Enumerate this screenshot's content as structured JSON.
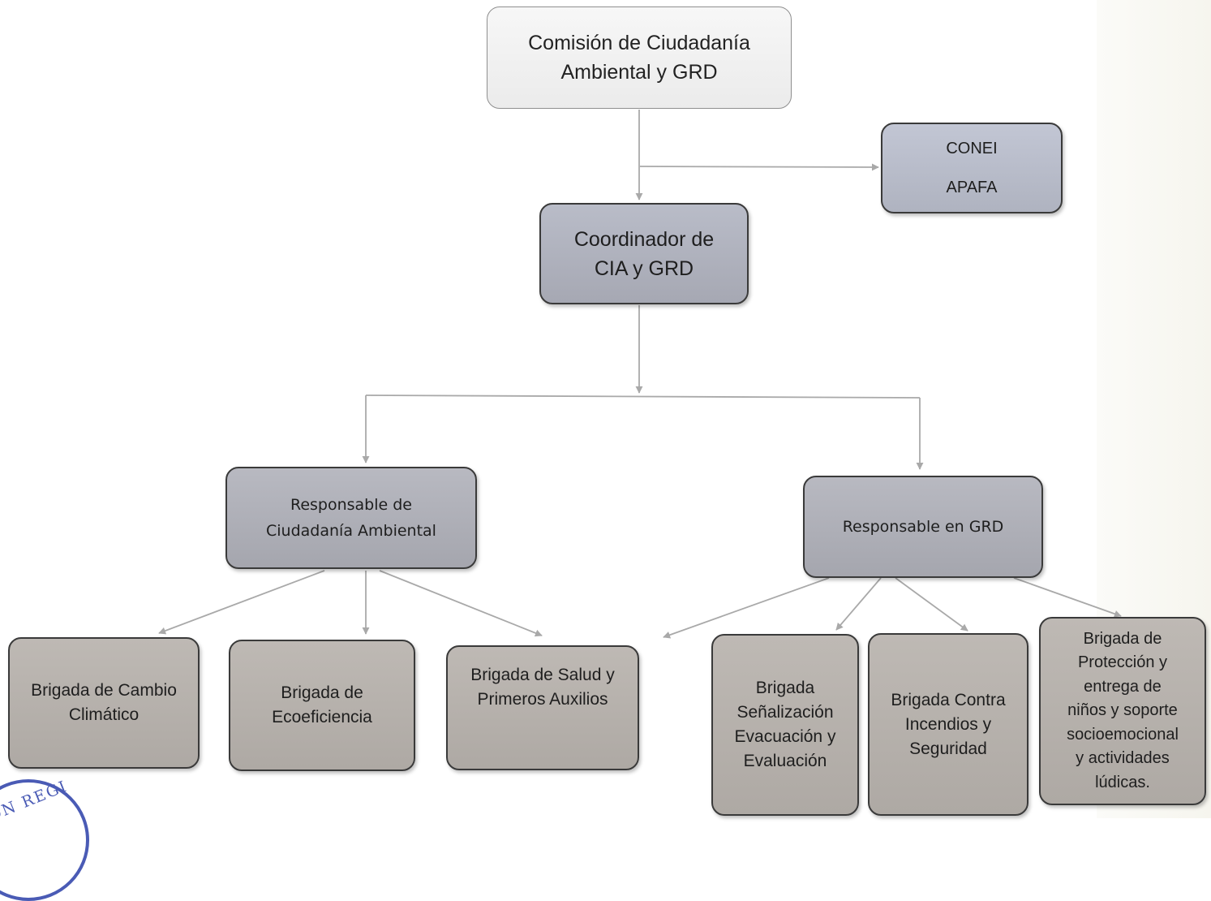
{
  "diagram": {
    "top": {
      "label": "Comisión de Ciudadanía\nAmbiental y GRD"
    },
    "side": {
      "items": [
        "CONEI",
        "APAFA"
      ]
    },
    "coordinator": {
      "label": "Coordinador de\nCIA y GRD"
    },
    "responsibles": [
      {
        "label": "Responsable de\nCiudadanía Ambiental"
      },
      {
        "label": "Responsable en GRD"
      }
    ],
    "brigades": [
      {
        "label": "Brigada de Cambio\nClimático"
      },
      {
        "label": "Brigada de\nEcoeficiencia"
      },
      {
        "label": "Brigada de Salud y\nPrimeros Auxilios"
      },
      {
        "label": "Brigada\nSeñalización\nEvacuación y\nEvaluación"
      },
      {
        "label": "Brigada Contra\nIncendios y\nSeguridad"
      },
      {
        "label": "Brigada de\nProtección y\nentrega de\nniños y soporte\nsocioemocional\ny actividades\nlúdicas."
      }
    ]
  },
  "seal": {
    "text": "ON REGI"
  },
  "colors": {
    "connector": "#a9a9a9",
    "node_border": "#3a3a3a",
    "seal": "#4a5bb5"
  }
}
